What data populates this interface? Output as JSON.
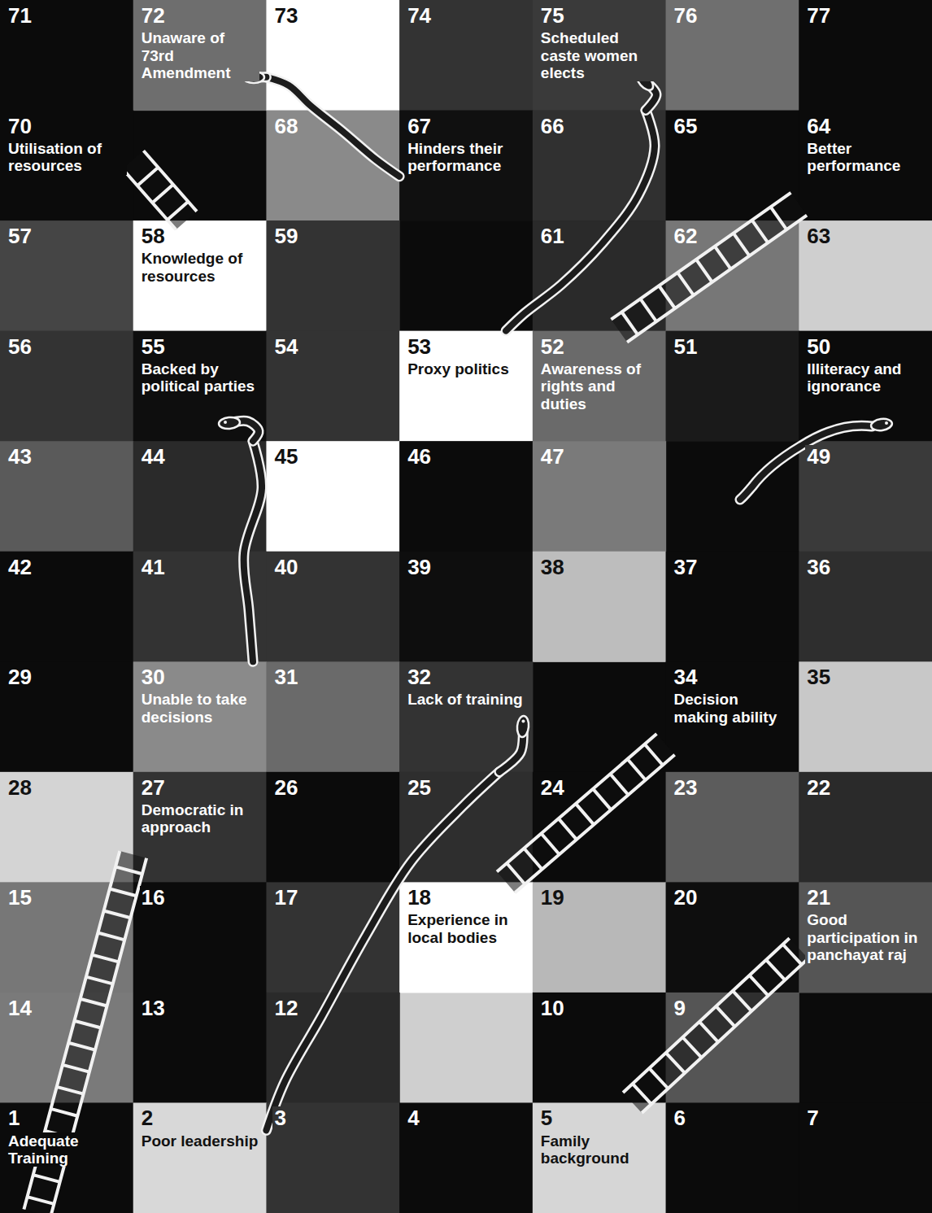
{
  "diagram": {
    "nodes": [
      {
        "text": [
          "71"
        ]
      },
      {
        "text": [
          "72",
          "Unaware of 73rd Amendment"
        ]
      },
      {
        "text": [
          "73"
        ]
      },
      {
        "text": [
          "74"
        ]
      },
      {
        "text": [
          "75",
          "Scheduled caste women elects"
        ]
      },
      {
        "text": [
          "76"
        ]
      },
      {
        "text": [
          "77"
        ]
      },
      {
        "text": [
          "70",
          "Utilisation of resources"
        ]
      },
      {
        "text": [
          "68"
        ]
      },
      {
        "text": [
          "67",
          "Hinders their performance"
        ]
      },
      {
        "text": [
          "66"
        ]
      },
      {
        "text": [
          "65"
        ]
      },
      {
        "text": [
          "64",
          "Better performance"
        ]
      },
      {
        "text": [
          "57"
        ]
      },
      {
        "text": [
          "58",
          "Knowledge of resources"
        ]
      },
      {
        "text": [
          "59"
        ]
      },
      {
        "text": [
          "61"
        ]
      },
      {
        "text": [
          "62"
        ]
      },
      {
        "text": [
          "63"
        ]
      },
      {
        "text": [
          "56"
        ]
      },
      {
        "text": [
          "55",
          "Backed by political parties"
        ]
      },
      {
        "text": [
          "54"
        ]
      },
      {
        "text": [
          "53",
          "Proxy politics"
        ]
      },
      {
        "text": [
          "52",
          "Awareness of rights and duties"
        ]
      },
      {
        "text": [
          "51"
        ]
      },
      {
        "text": [
          "50",
          "Illiteracy and ignorance"
        ]
      },
      {
        "text": [
          "43"
        ]
      },
      {
        "text": [
          "44"
        ]
      },
      {
        "text": [
          "45"
        ]
      },
      {
        "text": [
          "46"
        ]
      },
      {
        "text": [
          "47"
        ]
      },
      {
        "text": [
          "49"
        ]
      },
      {
        "text": [
          "42"
        ]
      },
      {
        "text": [
          "41"
        ]
      },
      {
        "text": [
          "40"
        ]
      },
      {
        "text": [
          "39"
        ]
      },
      {
        "text": [
          "38"
        ]
      },
      {
        "text": [
          "37"
        ]
      },
      {
        "text": [
          "36"
        ]
      },
      {
        "text": [
          "29"
        ]
      },
      {
        "text": [
          "30",
          "Unable to take decisions"
        ]
      },
      {
        "text": [
          "31"
        ]
      },
      {
        "text": [
          "32",
          "Lack of training"
        ]
      },
      {
        "text": [
          "34",
          "Decision making ability"
        ]
      },
      {
        "text": [
          "35"
        ]
      },
      {
        "text": [
          "28"
        ]
      },
      {
        "text": [
          "27",
          "Democratic in approach"
        ]
      },
      {
        "text": [
          "26"
        ]
      },
      {
        "text": [
          "25"
        ]
      },
      {
        "text": [
          "24"
        ]
      },
      {
        "text": [
          "23"
        ]
      },
      {
        "text": [
          "22"
        ]
      },
      {
        "text": [
          "15"
        ]
      },
      {
        "text": [
          "16"
        ]
      },
      {
        "text": [
          "17"
        ]
      },
      {
        "text": [
          "18",
          "Experience in local bodies"
        ]
      },
      {
        "text": [
          "19"
        ]
      },
      {
        "text": [
          "20"
        ]
      },
      {
        "text": [
          "21",
          "Good participation in panchayat raj"
        ]
      },
      {
        "text": [
          "14"
        ]
      },
      {
        "text": [
          "13"
        ]
      },
      {
        "text": [
          "12"
        ]
      },
      {
        "text": [
          "10"
        ]
      },
      {
        "text": [
          "9"
        ]
      },
      {
        "text": [
          "1",
          "Adequate Training"
        ]
      },
      {
        "text": [
          "2",
          "Poor leadership"
        ]
      },
      {
        "text": [
          "3"
        ]
      },
      {
        "text": [
          "4"
        ]
      },
      {
        "text": [
          "5",
          "Family background"
        ]
      },
      {
        "text": [
          "6"
        ]
      },
      {
        "text": [
          "7"
        ]
      }
    ],
    "edges": [
      {
        "from": 64,
        "to": 46,
        "arrow": "none"
      },
      {
        "from": 68,
        "to": 58,
        "arrow": "none"
      },
      {
        "from": 55,
        "to": 43,
        "arrow": "none"
      },
      {
        "from": 23,
        "to": 12,
        "arrow": "none"
      },
      {
        "from": 14,
        "to": 7,
        "arrow": "none"
      },
      {
        "from": 1,
        "to": 9,
        "arrow": "none"
      },
      {
        "from": 4,
        "to": 22,
        "arrow": "none"
      },
      {
        "from": 20,
        "to": 40,
        "arrow": "none"
      },
      {
        "from": 42,
        "to": 65,
        "arrow": "none"
      }
    ]
  }
}
